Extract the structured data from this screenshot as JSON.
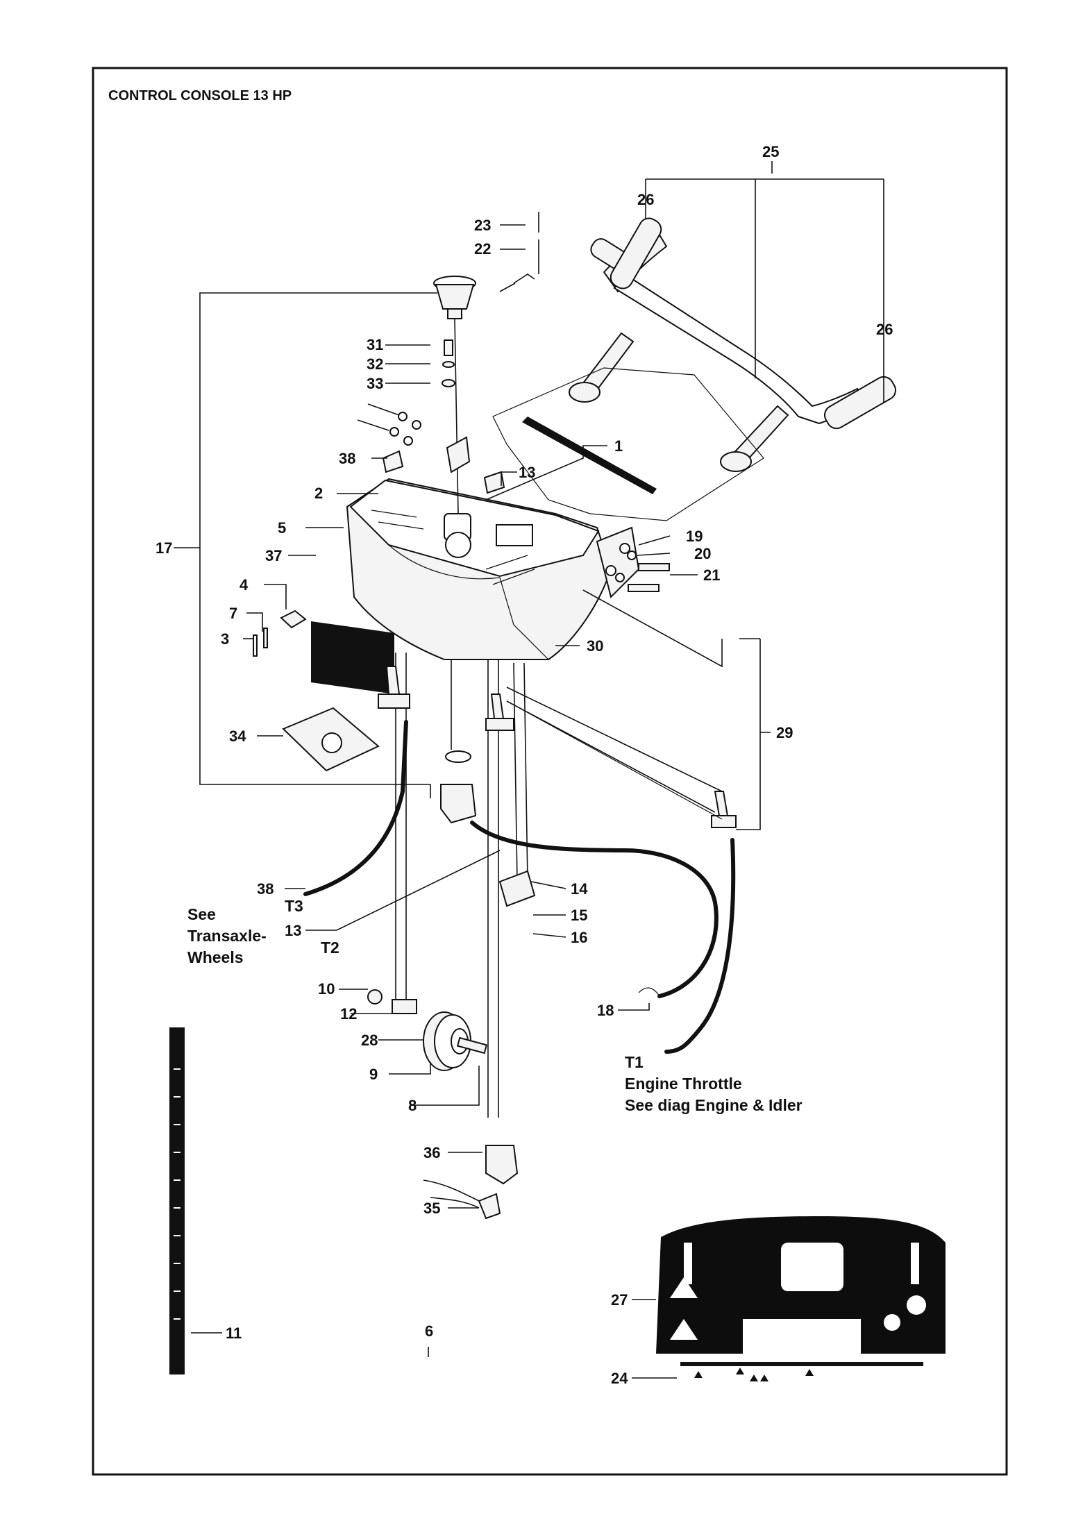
{
  "title": "CONTROL CONSOLE 13 HP",
  "callouts": [
    "25",
    "26",
    "26",
    "23",
    "22",
    "31",
    "32",
    "33",
    "1",
    "38",
    "13",
    "2",
    "5",
    "17",
    "37",
    "4",
    "7",
    "3",
    "19",
    "20",
    "21",
    "30",
    "29",
    "34",
    "38",
    "14",
    "15",
    "16",
    "13",
    "10",
    "12",
    "28",
    "9",
    "8",
    "18",
    "36",
    "35",
    "27",
    "24",
    "11",
    "6"
  ],
  "notes": {
    "t3": "T3",
    "t2": "T2",
    "see_transaxle_1": "See",
    "see_transaxle_2": "Transaxle-",
    "see_transaxle_3": "Wheels",
    "t1": "T1",
    "engine_throttle": "Engine Throttle",
    "see_engine": "See diag Engine & Idler"
  },
  "colors": {
    "ink": "#111111",
    "paper": "#ffffff",
    "decal": "#0d0d0d"
  },
  "icons": [
    "handlebar-icon",
    "console-icon",
    "throttle-knob-icon",
    "bracket-icon",
    "pulley-icon",
    "decal-icon",
    "ruler-decal-icon"
  ]
}
